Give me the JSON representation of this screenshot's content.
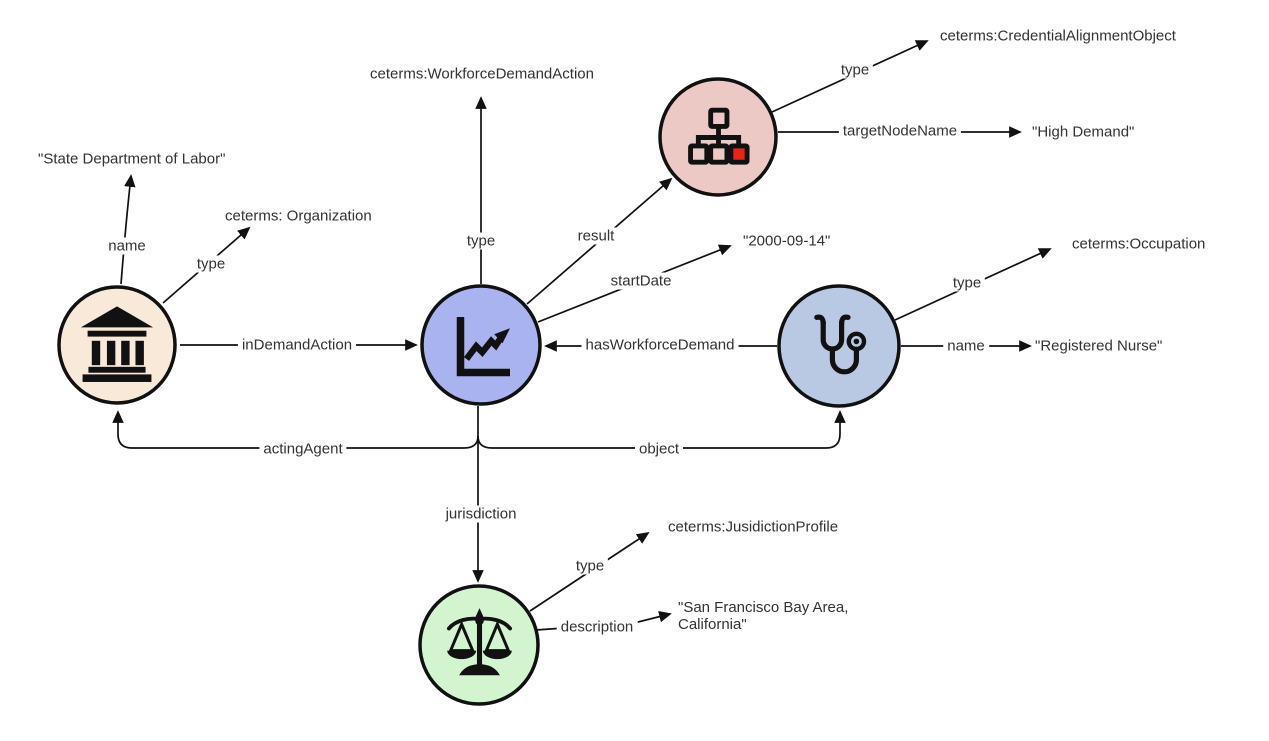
{
  "diagram": {
    "title_hint": "WorkforceDemandAction linked-data graph",
    "nodes": {
      "organization": {
        "icon": "bank-icon",
        "fill": "#f9e9d9",
        "stroke": "#2fc418"
      },
      "workforce_demand_action": {
        "icon": "line-chart-icon",
        "fill": "#a9b3f0",
        "stroke": "#111111"
      },
      "credential_alignment": {
        "icon": "sitemap-icon",
        "fill": "#ecc9c4",
        "stroke": "#111111",
        "accent": "#e8231a"
      },
      "occupation": {
        "icon": "stethoscope-icon",
        "fill": "#bac9e3",
        "stroke": "#111111"
      },
      "jurisdiction_profile": {
        "icon": "scales-icon",
        "fill": "#d2f5d0",
        "stroke": "#111111"
      }
    },
    "edge_labels": {
      "name_org": "name",
      "type_org": "type",
      "in_demand_action": "inDemandAction",
      "type_action": "type",
      "result": "result",
      "start_date": "startDate",
      "has_workforce_demand": "hasWorkforceDemand",
      "type_credential": "type",
      "target_node_name": "targetNodeName",
      "type_occupation": "type",
      "name_occupation": "name",
      "acting_agent": "actingAgent",
      "object": "object",
      "jurisdiction": "jurisdiction",
      "type_jurisdiction": "type",
      "description": "description"
    },
    "values": {
      "org_name": "\"State Department of Labor\"",
      "org_type": "ceterms: Organization",
      "action_type": "ceterms:WorkforceDemandAction",
      "start_date": "\"2000-09-14\"",
      "credential_type": "ceterms:CredentialAlignmentObject",
      "target_node_name": "\"High Demand\"",
      "occupation_type": "ceterms:Occupation",
      "occupation_name": "\"Registered Nurse\"",
      "jurisdiction_type": "ceterms:JusidictionProfile",
      "jurisdiction_description": "\"San Francisco Bay Area,\nCalifornia\""
    }
  }
}
